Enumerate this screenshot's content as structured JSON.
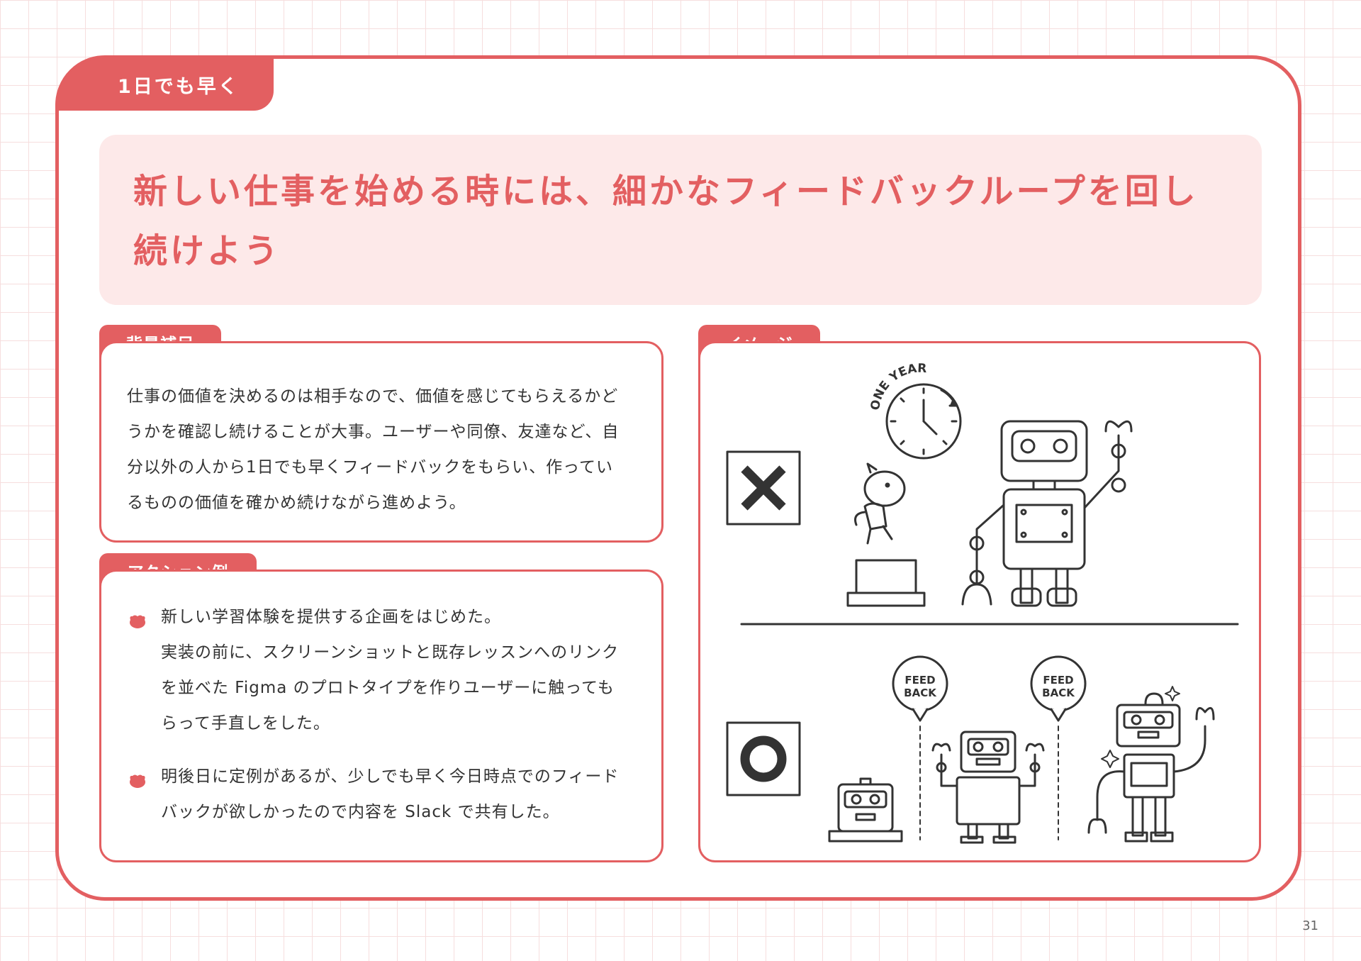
{
  "section_tab": "1日でも早く",
  "headline": {
    "line1": "新しい仕事を始める時には、細かなフィードバックループを回し",
    "line2": "続けよう"
  },
  "background": {
    "label": "背景補足",
    "lines": [
      "仕事の価値を決めるのは相手なので、価値を感じてもらえるかど",
      "うかを確認し続けることが大事。ユーザーや同僚、友達など、自",
      "分以外の人から1日でも早くフィードバックをもらい、作ってい",
      "るものの価値を確かめ続けながら進めよう。"
    ]
  },
  "action": {
    "label": "アクション例",
    "items": [
      {
        "lines": [
          "新しい学習体験を提供する企画をはじめた。",
          "実装の前に、スクリーンショットと既存レッスンへのリンク",
          "を並べた Figma のプロトタイプを作りユーザーに触っても",
          "らって手直しをした。"
        ]
      },
      {
        "lines": [
          "明後日に定例があるが、少しでも早く今日時点でのフィード",
          "バックが欲しかったので内容を Slack で共有した。"
        ]
      }
    ]
  },
  "image": {
    "label": "イメージ",
    "clock_text": "ONE YEAR",
    "bubble_line1": "FEED",
    "bubble_line2": "BACK",
    "bad_icon": "cross-icon",
    "good_icon": "circle-icon"
  },
  "page_number": "31",
  "colors": {
    "accent": "#e35f61",
    "headline_bg": "#fde9e9"
  }
}
